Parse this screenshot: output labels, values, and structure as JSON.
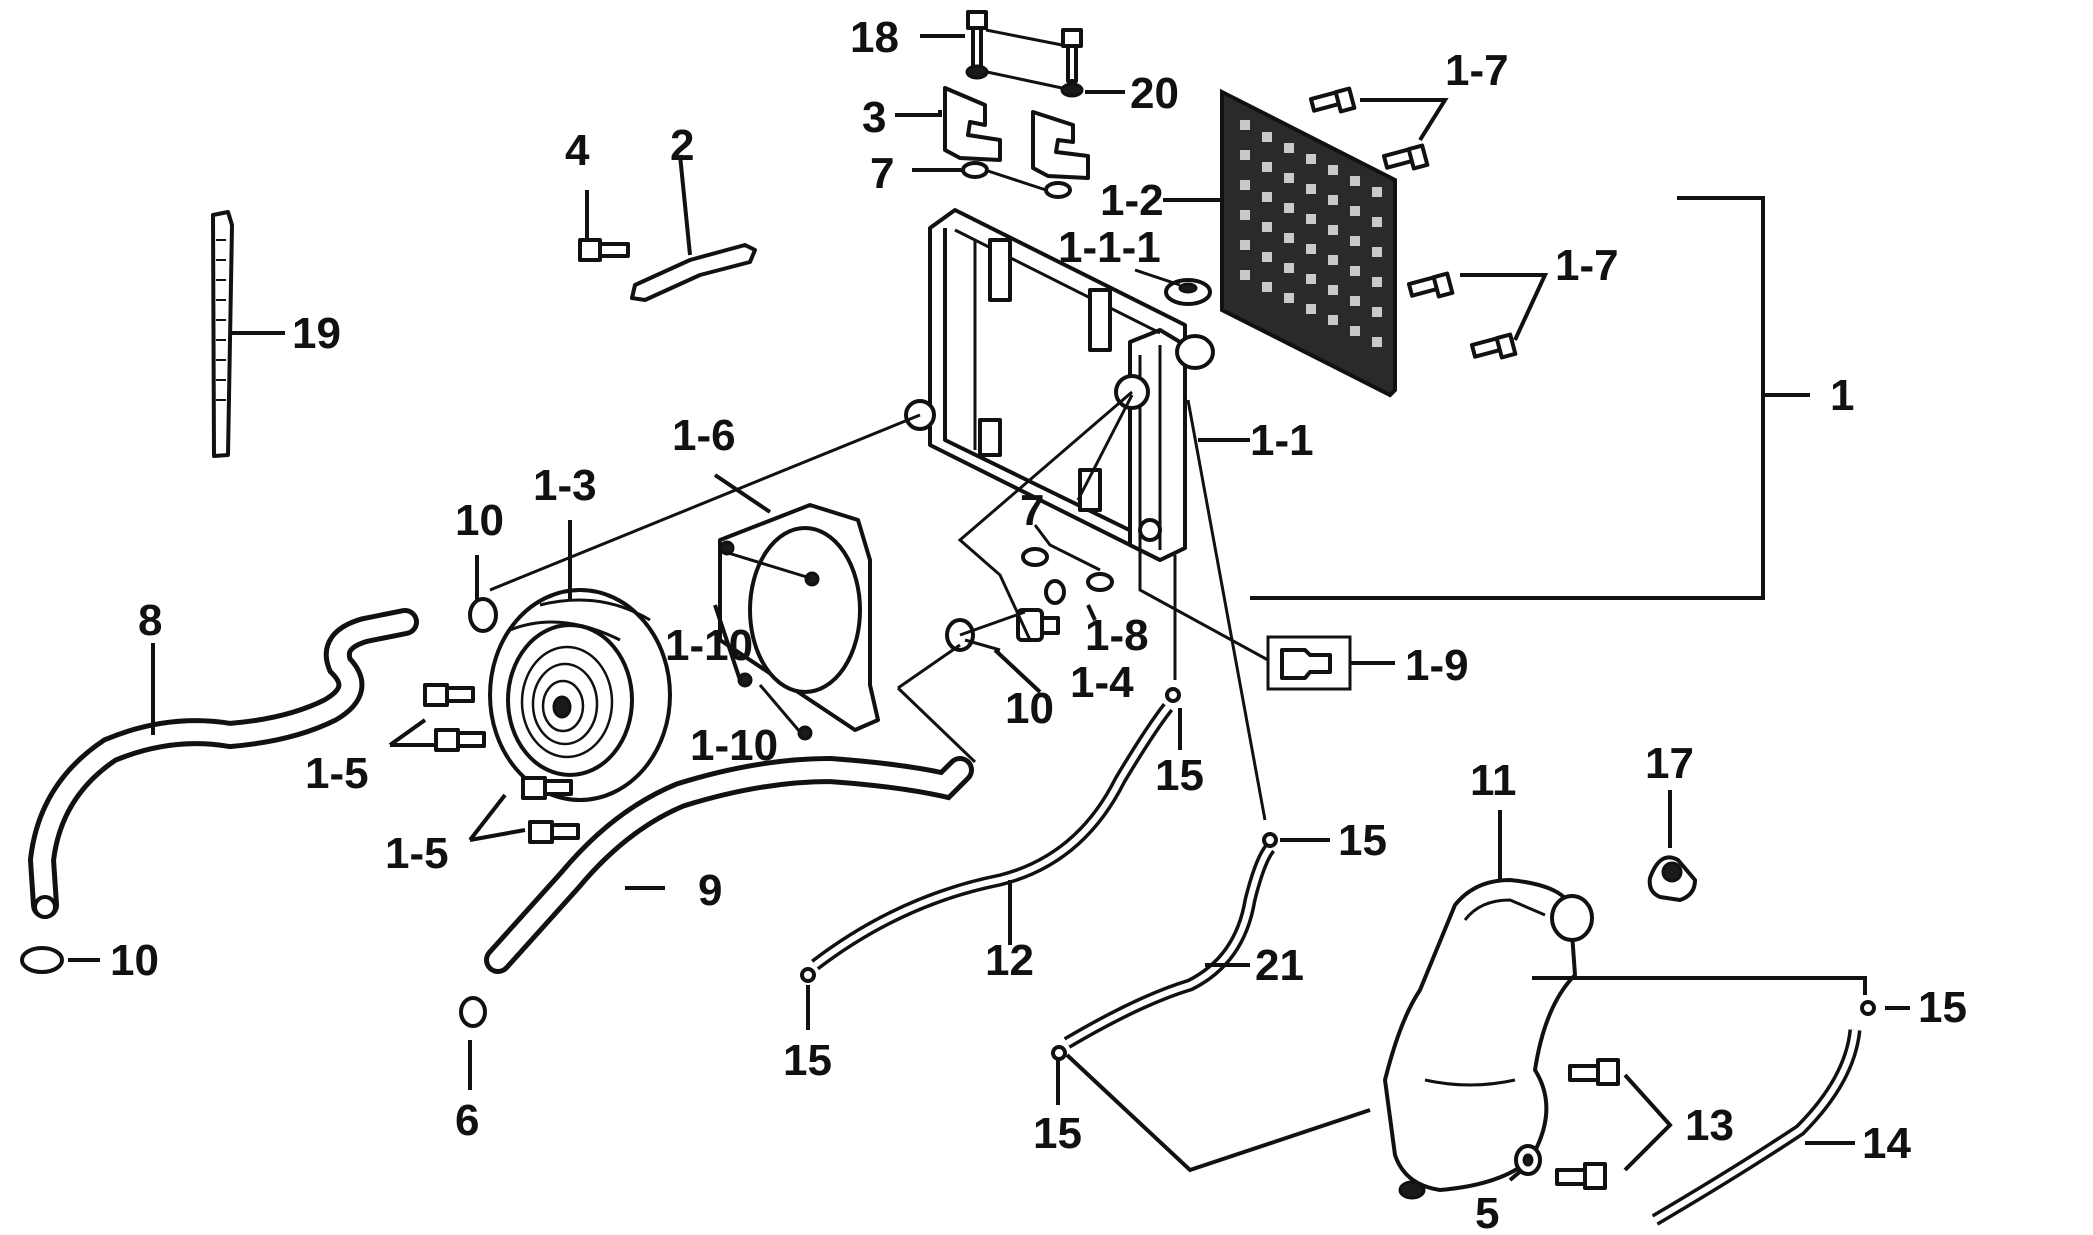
{
  "diagram": {
    "labels": {
      "l_1": "1",
      "l_1_1": "1-1",
      "l_1_1_1": "1-1-1",
      "l_1_2": "1-2",
      "l_1_3": "1-3",
      "l_1_4": "1-4",
      "l_1_5a": "1-5",
      "l_1_5b": "1-5",
      "l_1_6": "1-6",
      "l_1_7a": "1-7",
      "l_1_7b": "1-7",
      "l_1_8": "1-8",
      "l_1_9": "1-9",
      "l_1_10a": "1-10",
      "l_1_10b": "1-10",
      "l_2": "2",
      "l_3": "3",
      "l_4": "4",
      "l_5": "5",
      "l_6": "6",
      "l_7a": "7",
      "l_7b": "7",
      "l_8": "8",
      "l_9": "9",
      "l_10a": "10",
      "l_10b": "10",
      "l_10c": "10",
      "l_11": "11",
      "l_12": "12",
      "l_13": "13",
      "l_14": "14",
      "l_15a": "15",
      "l_15b": "15",
      "l_15c": "15",
      "l_15d": "15",
      "l_15e": "15",
      "l_17": "17",
      "l_18": "18",
      "l_19": "19",
      "l_20": "20",
      "l_21": "21"
    }
  }
}
